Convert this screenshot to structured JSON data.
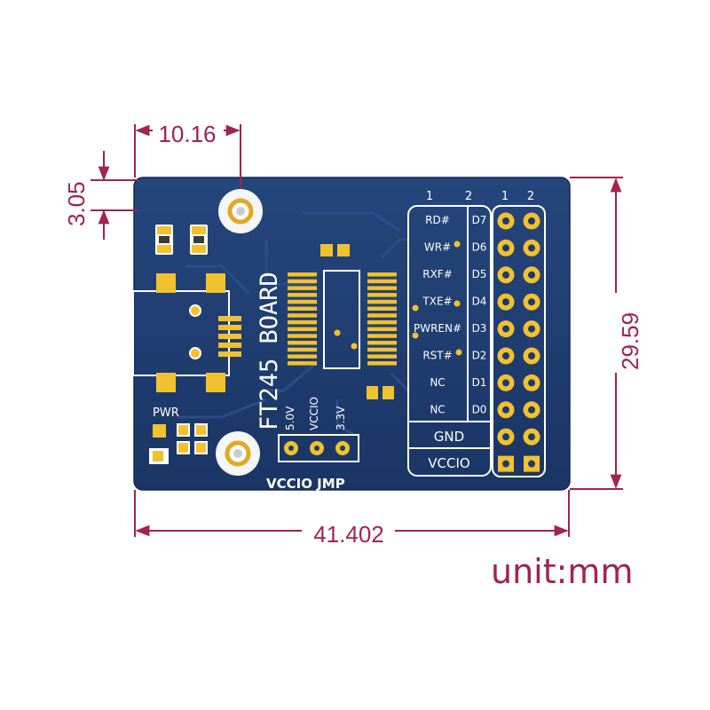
{
  "dimensions": {
    "hole_offset_x": "10.16",
    "hole_offset_y": "3.05",
    "height": "29.59",
    "width": "41.402"
  },
  "unit_label": "unit:mm",
  "board": {
    "title": "FT245 BOARD",
    "pwr_label": "PWR",
    "jumper_label": "VCCIO JMP",
    "jumper_pins": [
      "5.0V",
      "VCCIO",
      "3.3V"
    ],
    "header_col_numbers_left": [
      "1",
      "2"
    ],
    "header_col_numbers_right": [
      "1",
      "2"
    ],
    "signal_labels": [
      "RD#",
      "WR#",
      "RXF#",
      "TXE#",
      "PWREN#",
      "RST#",
      "NC",
      "NC"
    ],
    "data_labels": [
      "D7",
      "D6",
      "D5",
      "D4",
      "D3",
      "D2",
      "D1",
      "D0"
    ],
    "gnd_label": "GND",
    "vccio_label": "VCCIO"
  },
  "colors": {
    "board": "#1d3a6e",
    "board_trace": "#2a4d86",
    "pad_gold": "#f2c12e",
    "dimension": "#a1234f",
    "silkscreen": "#ffffff"
  }
}
